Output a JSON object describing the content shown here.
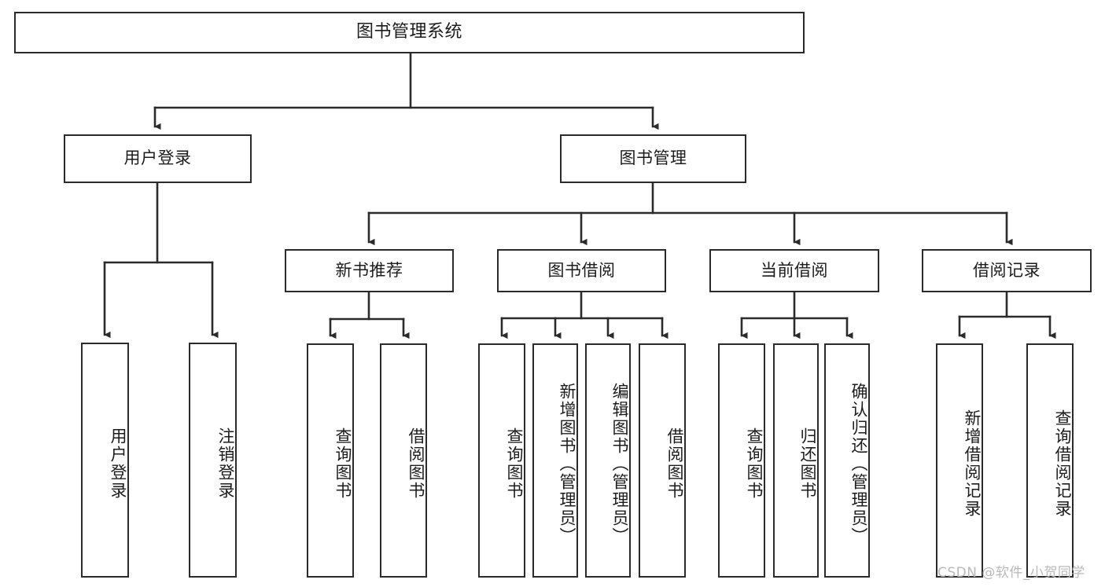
{
  "diagram": {
    "title": "图书管理系统",
    "watermark": "CSDN @软件_小贺同学",
    "colors": {
      "background": "#ffffff",
      "border": "#2b2b2b",
      "edge": "#2b2b2b",
      "text": "#1c1c1c",
      "watermark": "#b9b9b9"
    }
  },
  "nodes": {
    "root": {
      "label": "图书管理系统"
    },
    "level1": [
      {
        "label": "用户登录"
      },
      {
        "label": "图书管理"
      }
    ],
    "level2": [
      {
        "label": "新书推荐"
      },
      {
        "label": "图书借阅"
      },
      {
        "label": "当前借阅"
      },
      {
        "label": "借阅记录"
      }
    ],
    "leaves": {
      "user_login": [
        {
          "label": "用户登录"
        },
        {
          "label": "注销登录"
        }
      ],
      "new_book_recommend": [
        {
          "label": "查询图书"
        },
        {
          "label": "借阅图书"
        }
      ],
      "book_borrow": [
        {
          "label": "查询图书"
        },
        {
          "label": "新增图书（管理员）"
        },
        {
          "label": "编辑图书（管理员）"
        },
        {
          "label": "借阅图书"
        }
      ],
      "current_borrow": [
        {
          "label": "查询图书"
        },
        {
          "label": "归还图书"
        },
        {
          "label": "确认归还（管理员）"
        }
      ],
      "borrow_record": [
        {
          "label": "新增借阅记录"
        },
        {
          "label": "查询借阅记录"
        }
      ]
    }
  }
}
